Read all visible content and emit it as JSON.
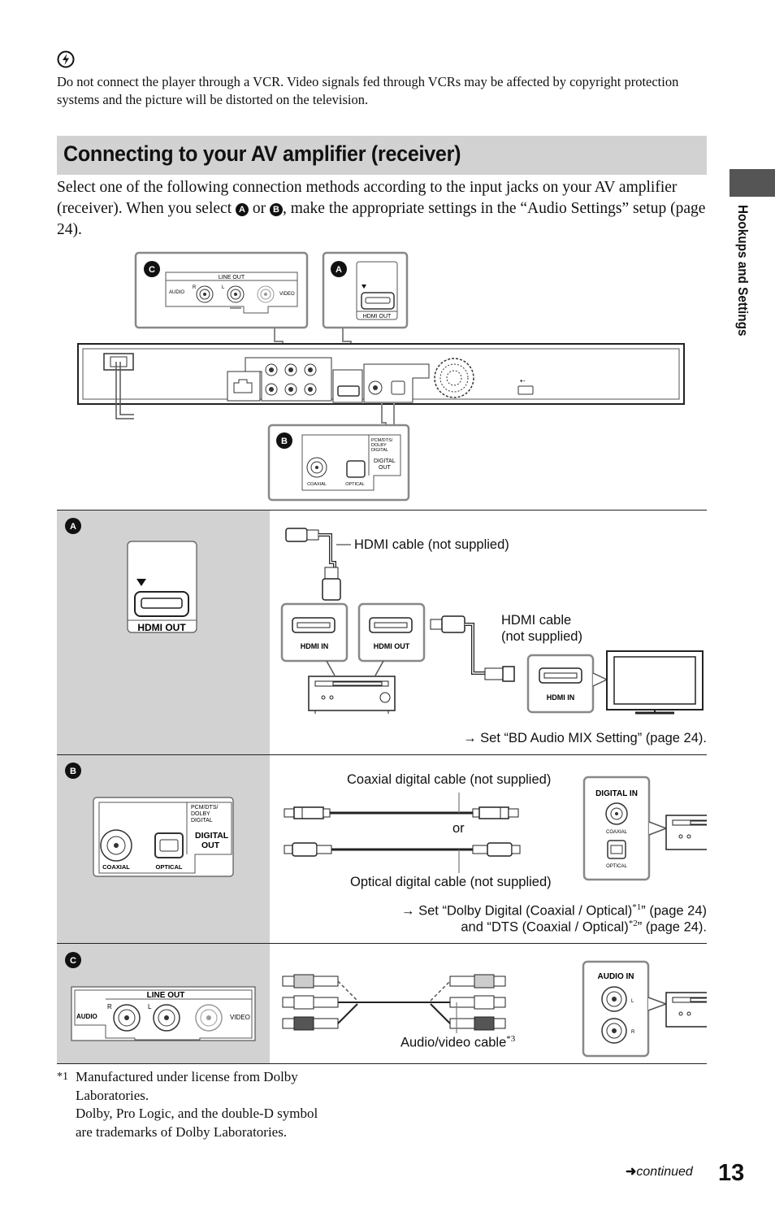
{
  "note": {
    "icon": "note-icon",
    "text": "Do not connect the player through a VCR. Video signals fed through VCRs may be affected by copyright protection systems and the picture will be distorted on the television."
  },
  "section": {
    "title": "Connecting to your AV amplifier (receiver)",
    "intro_part1": "Select one of the following connection methods according to the input jacks on your AV amplifier (receiver). When you select",
    "intro_or": "or",
    "intro_part2": ", make the appropriate settings in the “Audio Settings” setup (page 24)."
  },
  "side_tab": {
    "label": "Hookups and Settings"
  },
  "badges": {
    "a": "A",
    "b": "B",
    "c": "C"
  },
  "panel_labels": {
    "line_out": "LINE OUT",
    "audio": "AUDIO",
    "r": "R",
    "l": "L",
    "video": "VIDEO",
    "hdmi_out": "HDMI OUT",
    "hdmi_in": "HDMI IN",
    "pcm": "PCM/DTS/",
    "dolby": "DOLBY",
    "digital": "DIGITAL",
    "digital_out_1": "DIGITAL",
    "digital_out_2": "OUT",
    "coaxial": "COAXIAL",
    "optical": "OPTICAL",
    "digital_in": "DIGITAL IN",
    "audio_in": "AUDIO IN"
  },
  "row_a": {
    "hdmi_cable_1": "HDMI cable (not supplied)",
    "hdmi_cable_2_line1": "HDMI cable",
    "hdmi_cable_2_line2": "(not supplied)",
    "setting": "→ Set “BD Audio MIX Setting” (page 24)."
  },
  "row_b": {
    "coaxial_cable": "Coaxial digital cable (not supplied)",
    "or": "or",
    "optical_cable": "Optical digital cable (not supplied)",
    "setting_line1_a": "→ Set “Dolby Digital (Coaxial / Optical)",
    "setting_line1_sup": "*1",
    "setting_line1_b": "” (page 24)",
    "setting_line2_a": "and “DTS (Coaxial / Optical)",
    "setting_line2_sup": "*2",
    "setting_line2_b": "” (page 24)."
  },
  "row_c": {
    "cable": "Audio/video cable",
    "cable_sup": "*3"
  },
  "footnote": {
    "mark": "*1",
    "text_line1": "Manufactured under license from Dolby",
    "text_line2": "Laboratories.",
    "text_line3": "Dolby, Pro Logic, and the double-D symbol",
    "text_line4": "are trademarks of Dolby Laboratories."
  },
  "footer": {
    "continued": "continued",
    "page_number": "13"
  }
}
